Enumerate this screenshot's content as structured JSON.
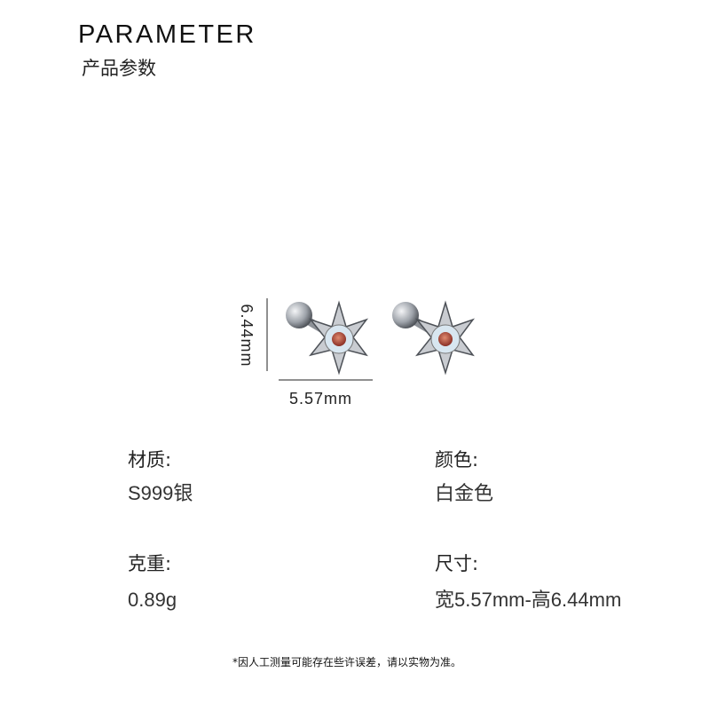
{
  "header": {
    "title": "PARAMETER",
    "subtitle": "产品参数"
  },
  "dimensions": {
    "height": "6.44mm",
    "width": "5.57mm"
  },
  "params": {
    "material": {
      "label": "材质:",
      "value": "S999银"
    },
    "color": {
      "label": "颜色:",
      "value": "白金色"
    },
    "weight": {
      "label": "克重:",
      "value": "0.89g"
    },
    "size": {
      "label": "尺寸:",
      "value": "宽5.57mm-高6.44mm"
    }
  },
  "note": "*因人工测量可能存在些许误差，请以实物为准。",
  "colors": {
    "metal": "#b8bcc2",
    "gem": "#c0503a"
  }
}
